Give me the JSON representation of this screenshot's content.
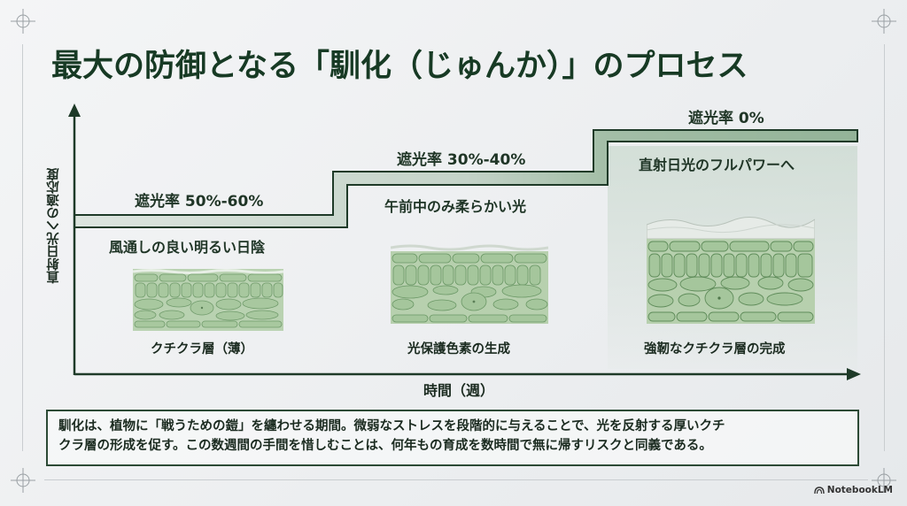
{
  "title": "最大の防御となる「馴化（じゅんか）」のプロセス",
  "chart_data": {
    "type": "step",
    "title": "最大の防御となる「馴化（じゅんか）」のプロセス",
    "xlabel": "時間（週）",
    "ylabel": "直射日光への適応度",
    "steps": [
      {
        "shade": "遮光率 50%-60%",
        "condition": "風通しの良い明るい日陰",
        "tissue_caption": "クチクラ層（薄）",
        "level": 1
      },
      {
        "shade": "遮光率 30%-40%",
        "condition": "午前中のみ柔らかい光",
        "tissue_caption": "光保護色素の生成",
        "level": 2
      },
      {
        "shade": "遮光率 0%",
        "condition": "直射日光のフルパワーへ",
        "tissue_caption": "強靭なクチクラ層の完成",
        "level": 3
      }
    ]
  },
  "axes": {
    "y_label": "直射日光への適応度",
    "x_label": "時間（週）"
  },
  "steps": [
    {
      "shade": "遮光率 50%-60%",
      "condition": "風通しの良い明るい日陰",
      "caption": "クチクラ層（薄）"
    },
    {
      "shade": "遮光率 30%-40%",
      "condition": "午前中のみ柔らかい光",
      "caption": "光保護色素の生成"
    },
    {
      "shade": "遮光率 0%",
      "condition": "直射日光のフルパワーへ",
      "caption": "強靭なクチクラ層の完成"
    }
  ],
  "note": {
    "line1": "馴化は、植物に「戦うための鎧」を纏わせる期間。微弱なストレスを段階的に与えることで、光を反射する厚いクチ",
    "line2": "クラ層の形成を促す。この数週間の手間を惜しむことは、何年もの育成を数時間で無に帰すリスクと同義である。"
  },
  "brand": {
    "label": "NotebookLM",
    "icon": "notebooklm-logo-icon"
  },
  "colors": {
    "accent_dark": "#173a24",
    "step_fill_1": "#d3ddd6",
    "step_fill_3": "#93b398",
    "cell_green": "#a9c9a0"
  }
}
